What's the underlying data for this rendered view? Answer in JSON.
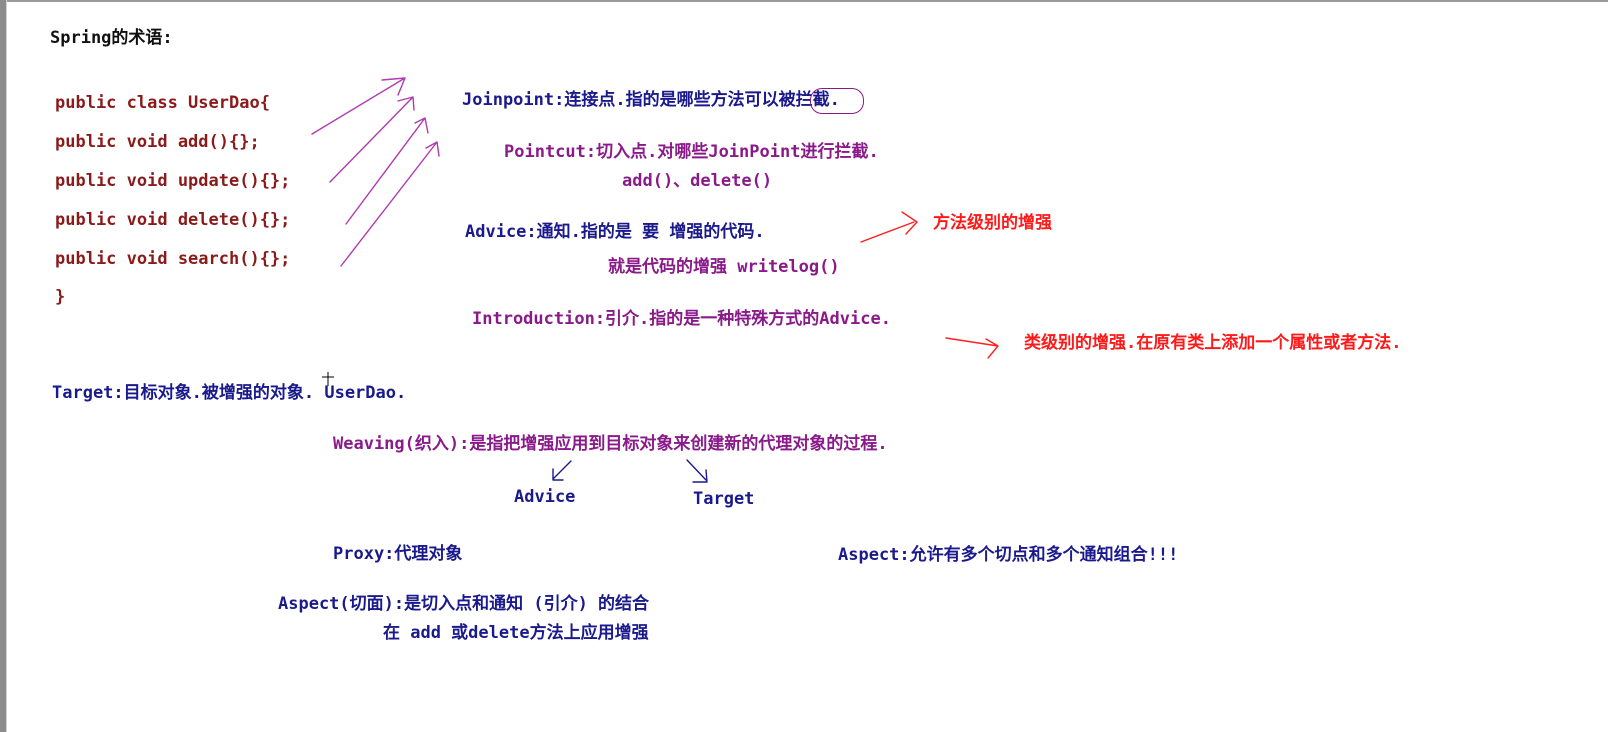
{
  "title": "Spring的术语:",
  "code": [
    "public class UserDao{",
    " public void add(){};",
    " public void update(){};",
    " public void delete(){};",
    " public void search(){};",
    "}"
  ],
  "terms": {
    "joinpoint": "Joinpoint:连接点.指的是哪些方法可以被拦截.",
    "pointcut": "Pointcut:切入点.对哪些JoinPoint进行拦截.",
    "pointcut_example": "add()、delete()",
    "advice": "Advice:通知.指的是 要 增强的代码.",
    "advice_example": "就是代码的增强  writelog()",
    "advice_note": "方法级别的增强",
    "introduction": "Introduction:引介.指的是一种特殊方式的Advice.",
    "introduction_note": "类级别的增强.在原有类上添加一个属性或者方法.",
    "target": "Target:目标对象.被增强的对象. UserDao.",
    "weaving": "Weaving(织入):是指把增强应用到目标对象来创建新的代理对象的过程.",
    "weaving_advice": "Advice",
    "weaving_target": "Target",
    "proxy": "Proxy:代理对象",
    "aspect_note": "Aspect:允许有多个切点和多个通知组合!!!",
    "aspect": "Aspect(切面):是切入点和通知 (引介) 的结合",
    "aspect_example": "在 add 或delete方法上应用增强"
  },
  "colors": {
    "code": "#8b1a1a",
    "navy": "#1a1a8c",
    "purple": "#8a1a8a",
    "annotation": "#ff1a1a"
  }
}
